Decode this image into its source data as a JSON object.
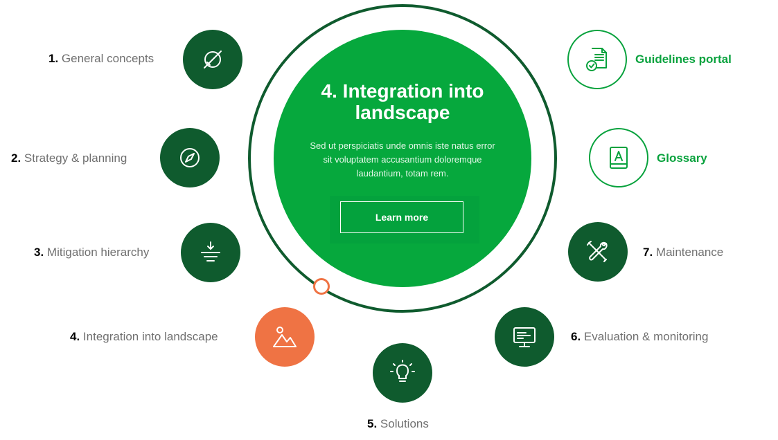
{
  "center": {
    "title": "4. Integration into landscape",
    "description": "Sed ut perspiciatis unde omnis iste natus error sit voluptatem accusantium doloremque laudantium, totam rem.",
    "button_label": "Learn more"
  },
  "steps": [
    {
      "num": "1.",
      "label": "General concepts",
      "icon": "planet-icon"
    },
    {
      "num": "2.",
      "label": "Strategy & planning",
      "icon": "compass-icon"
    },
    {
      "num": "3.",
      "label": "Mitigation hierarchy",
      "icon": "ground-icon"
    },
    {
      "num": "4.",
      "label": "Integration into landscape",
      "icon": "mountains-icon",
      "active": true
    },
    {
      "num": "5.",
      "label": "Solutions",
      "icon": "lightbulb-icon"
    },
    {
      "num": "6.",
      "label": "Evaluation & monitoring",
      "icon": "monitor-icon"
    },
    {
      "num": "7.",
      "label": "Maintenance",
      "icon": "tools-icon"
    }
  ],
  "links": [
    {
      "label": "Guidelines portal",
      "icon": "document-check-icon"
    },
    {
      "label": "Glossary",
      "icon": "book-icon"
    }
  ],
  "colors": {
    "dark_green": "#0f5b2e",
    "bright_green": "#06a83d",
    "orange": "#ef7344",
    "gray_text": "#707070"
  }
}
